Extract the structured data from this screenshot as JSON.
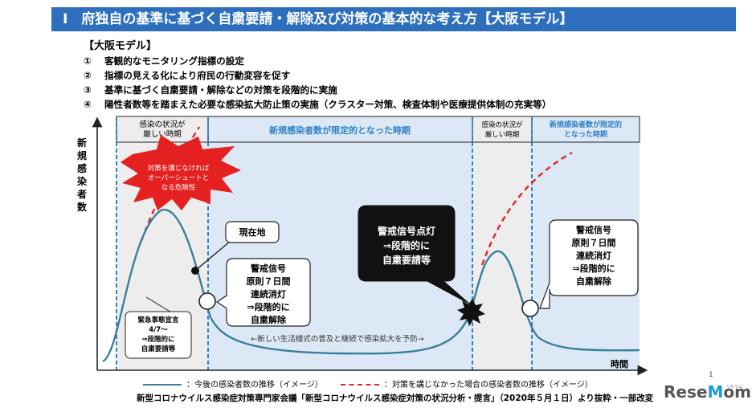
{
  "header": {
    "title": "Ⅰ　府独自の基準に基づく自粛要請・解除及び対策の基本的な考え方【大阪モデル】"
  },
  "subheading": "【大阪モデル】",
  "items": [
    {
      "num": "①",
      "text": "客観的なモニタリング指標の設定"
    },
    {
      "num": "②",
      "text": "指標の見える化により府民の行動変容を促す"
    },
    {
      "num": "③",
      "text": "基準に基づく自粛要請・解除などの対策を段階的に実施"
    },
    {
      "num": "④",
      "text": "陽性者数等を踏まえた必要な感染拡大防止策の実施（クラスター対策、検査体制や医療提供体制の充実等）"
    }
  ],
  "diagram": {
    "y_axis_label": "新規感染者数",
    "x_axis_label": "時間",
    "phases": [
      {
        "lines": [
          "感染の状況が",
          "厳しい時期"
        ]
      },
      {
        "lines": [
          "新規感染者数が限定的となった時期"
        ]
      },
      {
        "lines": [
          "感染の状況が",
          "厳しい時期"
        ]
      },
      {
        "lines": [
          "新規感染者数が限定的",
          "となった時期"
        ]
      }
    ],
    "starburst_text": [
      "対策を講じなければ",
      "オーバーシュートと",
      "なる危険性"
    ],
    "current_location": "現在地",
    "emergency_box": [
      "緊急事態宣言",
      "4/7～",
      "⇒段階的に",
      "自粛要請等"
    ],
    "signal_off_1": [
      "警戒信号",
      "原則７日間",
      "連続消灯",
      "⇒段階的に",
      "自粛解除"
    ],
    "signal_on": [
      "警戒信号点灯",
      "⇒段階的に",
      "自粛要請等"
    ],
    "signal_off_2": [
      "警戒信号",
      "原則７日間",
      "連続消灯",
      "⇒段階的に",
      "自粛解除"
    ],
    "new_lifestyle": "←新しい生活様式の普及と継続で感染拡大を予防→"
  },
  "legend": {
    "teal": "：今後の感染者数の推移（イメージ）",
    "red": "：対策を講じなかった場合の感染者数の推移（イメージ）"
  },
  "source": "新型コロナウイルス感染症対策専門家会議「新型コロナウイルス感染症対策の状況分析・提言」（2020年５月１日）より抜粋・一部改変",
  "page_number": "1",
  "logo": {
    "pre": "Rese",
    "o": "M",
    "post": "om",
    "sub": "リセマム"
  },
  "colors": {
    "banner": "#2e6fbd",
    "teal_curve": "#3a7f9c",
    "red_dash": "#e2262a",
    "phase_blue": "#dce8f5",
    "phase_grey": "#ededed",
    "divider": "#2f82c8"
  }
}
